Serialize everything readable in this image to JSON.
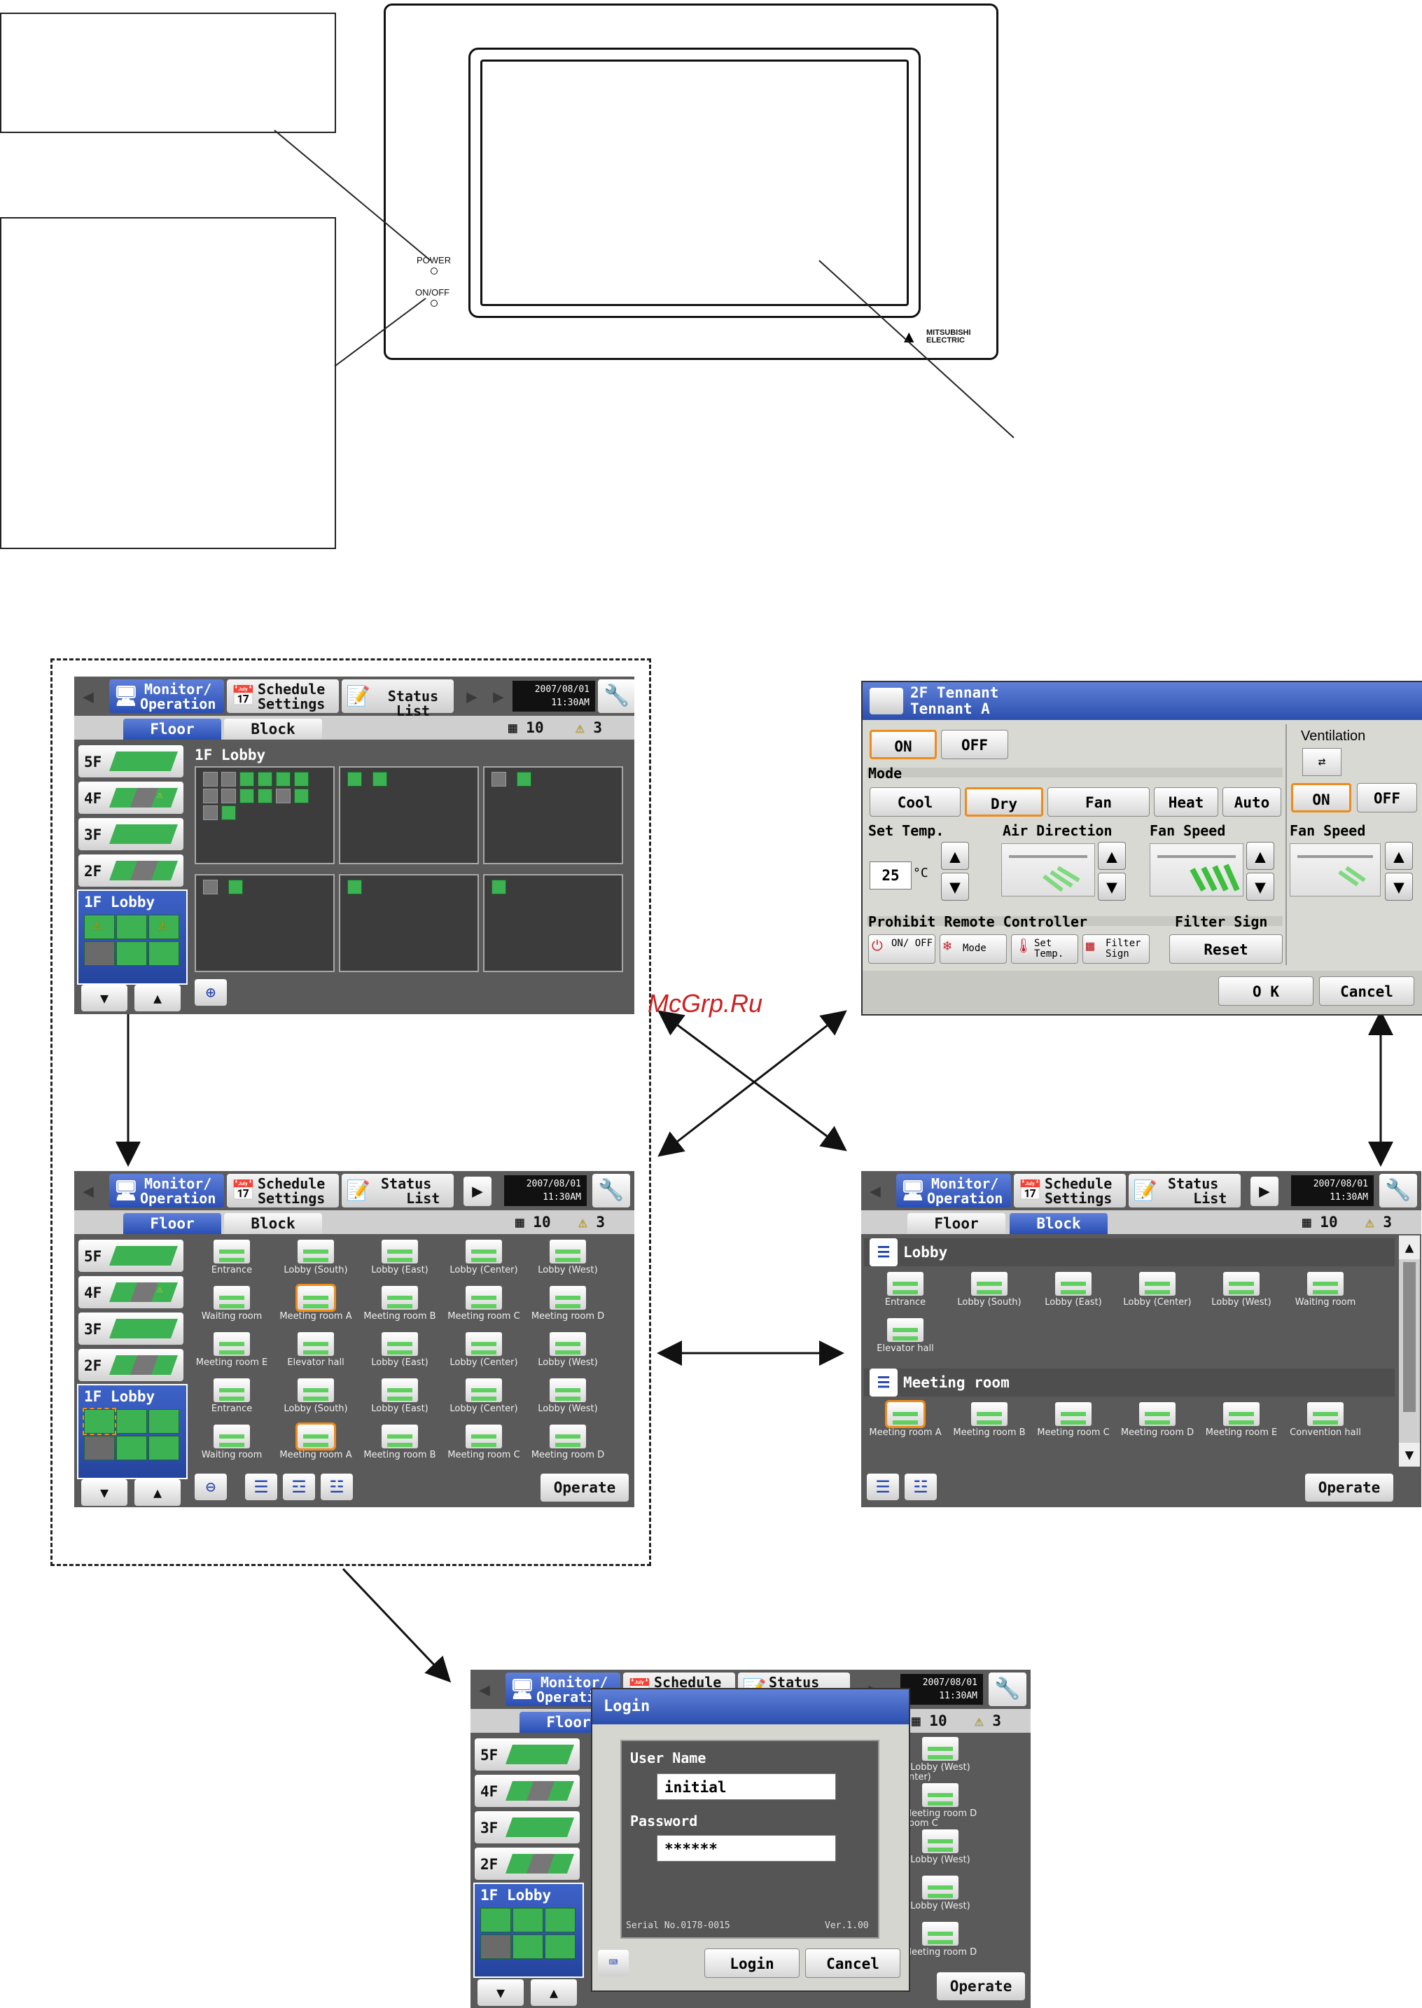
{
  "device": {
    "power_label": "POWER",
    "onoff_label": "ON/OFF",
    "brand_line1": "MITSUBISHI",
    "brand_line2": "ELECTRIC"
  },
  "watermark": "McGrp.Ru",
  "common": {
    "tab_monitor_1": "Monitor/",
    "tab_monitor_2": "Operation",
    "tab_schedule_1": "Schedule",
    "tab_schedule_2": "Settings",
    "tab_status": "Status List",
    "tab_status_1": "Status",
    "tab_status_2": "List",
    "date": "2007/08/01",
    "time": "11:30AM",
    "floor_tab": "Floor",
    "block_tab": "Block",
    "group_count": "10",
    "alarm_count": "3",
    "floors": [
      "5F",
      "4F",
      "3F",
      "2F"
    ],
    "selected_floor": "1F Lobby",
    "operate": "Operate"
  },
  "screen1": {
    "area_title": "1F Lobby"
  },
  "screen2": {
    "units_row1": [
      "Entrance",
      "Lobby (South)",
      "Lobby (East)",
      "Lobby (Center)",
      "Lobby (West)"
    ],
    "units_row2": [
      "Waiting room",
      "Meeting room A",
      "Meeting room B",
      "Meeting room C",
      "Meeting room D"
    ],
    "units_row3": [
      "Meeting room E",
      "Elevator hall",
      "Lobby (East)",
      "Lobby (Center)",
      "Lobby (West)"
    ],
    "units_row4": [
      "Entrance",
      "Lobby (South)",
      "Lobby (East)",
      "Lobby (Center)",
      "Lobby (West)"
    ],
    "units_row5": [
      "Waiting room",
      "Meeting room A",
      "Meeting room B",
      "Meeting room C",
      "Meeting room D"
    ]
  },
  "screen3": {
    "block1": "Lobby",
    "block1_units": [
      "Entrance",
      "Lobby (South)",
      "Lobby (East)",
      "Lobby (Center)",
      "Lobby (West)",
      "Waiting room"
    ],
    "block1_extra": "Elevator hall",
    "block2": "Meeting room",
    "block2_units": [
      "Meeting room A",
      "Meeting room B",
      "Meeting room C",
      "Meeting room D",
      "Meeting room E",
      "Convention hall"
    ]
  },
  "dialog": {
    "title1": "2F Tennant",
    "title2": "Tennant A",
    "on": "ON",
    "off": "OFF",
    "ventilation": "Ventilation",
    "mode": "Mode",
    "modes": [
      "Cool",
      "Dry",
      "Fan",
      "Heat",
      "Auto"
    ],
    "set_temp": "Set Temp.",
    "air_direction": "Air Direction",
    "fan_speed": "Fan Speed",
    "temp_value": "25",
    "temp_unit": "°C",
    "prohibit": "Prohibit Remote Controller",
    "filter_sign": "Filter Sign",
    "p_onoff": "ON/ OFF",
    "p_mode": "Mode",
    "p_settemp": "Set Temp.",
    "p_filter": "Filter Sign",
    "reset": "Reset",
    "ok": "O K",
    "cancel": "Cancel"
  },
  "login": {
    "title": "Login",
    "user_label": "User Name",
    "user_value": "initial",
    "password_label": "Password",
    "password_value": "******",
    "serial": "Serial No.0178-0015",
    "version": "Ver.1.00",
    "login_btn": "Login",
    "cancel_btn": "Cancel",
    "bg_schedule": "Schedule",
    "bg_status": "Status",
    "bg_units_a": [
      "nter)",
      "Lobby (West)"
    ],
    "bg_units_b": [
      "oom C",
      "Meeting room D"
    ]
  }
}
